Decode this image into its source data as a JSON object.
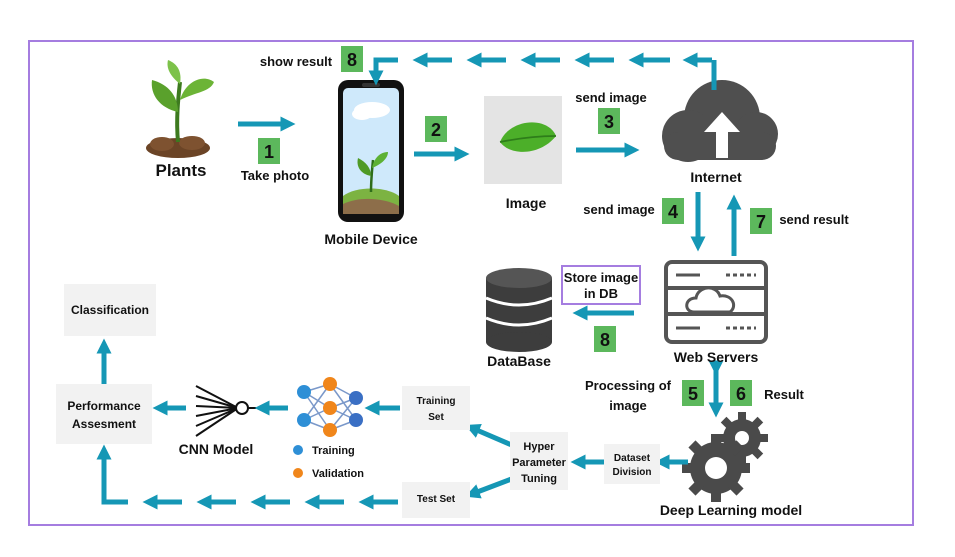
{
  "nodes": {
    "plants": "Plants",
    "mobile": "Mobile Device",
    "image": "Image",
    "internet": "Internet",
    "database": "DataBase",
    "webservers": "Web Servers",
    "deeplearning": "Deep Learning model",
    "cnn": "CNN Model",
    "classification": "Classification",
    "performance_line1": "Performance",
    "performance_line2": "Assesment",
    "training_set_line1": "Training",
    "training_set_line2": "Set",
    "test_set": "Test Set",
    "hyper_line1": "Hyper",
    "hyper_line2": "Parameter",
    "hyper_line3": "Tuning",
    "dataset_line1": "Dataset",
    "dataset_line2": "Division",
    "store_line1": "Store image",
    "store_line2": "in DB"
  },
  "edges": {
    "take_photo": "Take photo",
    "send_image_3": "send image",
    "send_image_4": "send image",
    "send_result": "send result",
    "show_result": "show result",
    "processing_line1": "Processing of",
    "processing_line2": "image",
    "result": "Result"
  },
  "legend": {
    "training": "Training",
    "validation": "Validation"
  },
  "badges": {
    "b1": "1",
    "b2": "2",
    "b3": "3",
    "b4": "4",
    "b5": "5",
    "b6": "6",
    "b7": "7",
    "b8top": "8",
    "b8db": "8"
  },
  "colors": {
    "arrow": "#1597b5",
    "badge": "#5cb85c",
    "border": "#a57de0",
    "training_dot": "#2e8fd6",
    "validation_dot": "#f0861b"
  }
}
